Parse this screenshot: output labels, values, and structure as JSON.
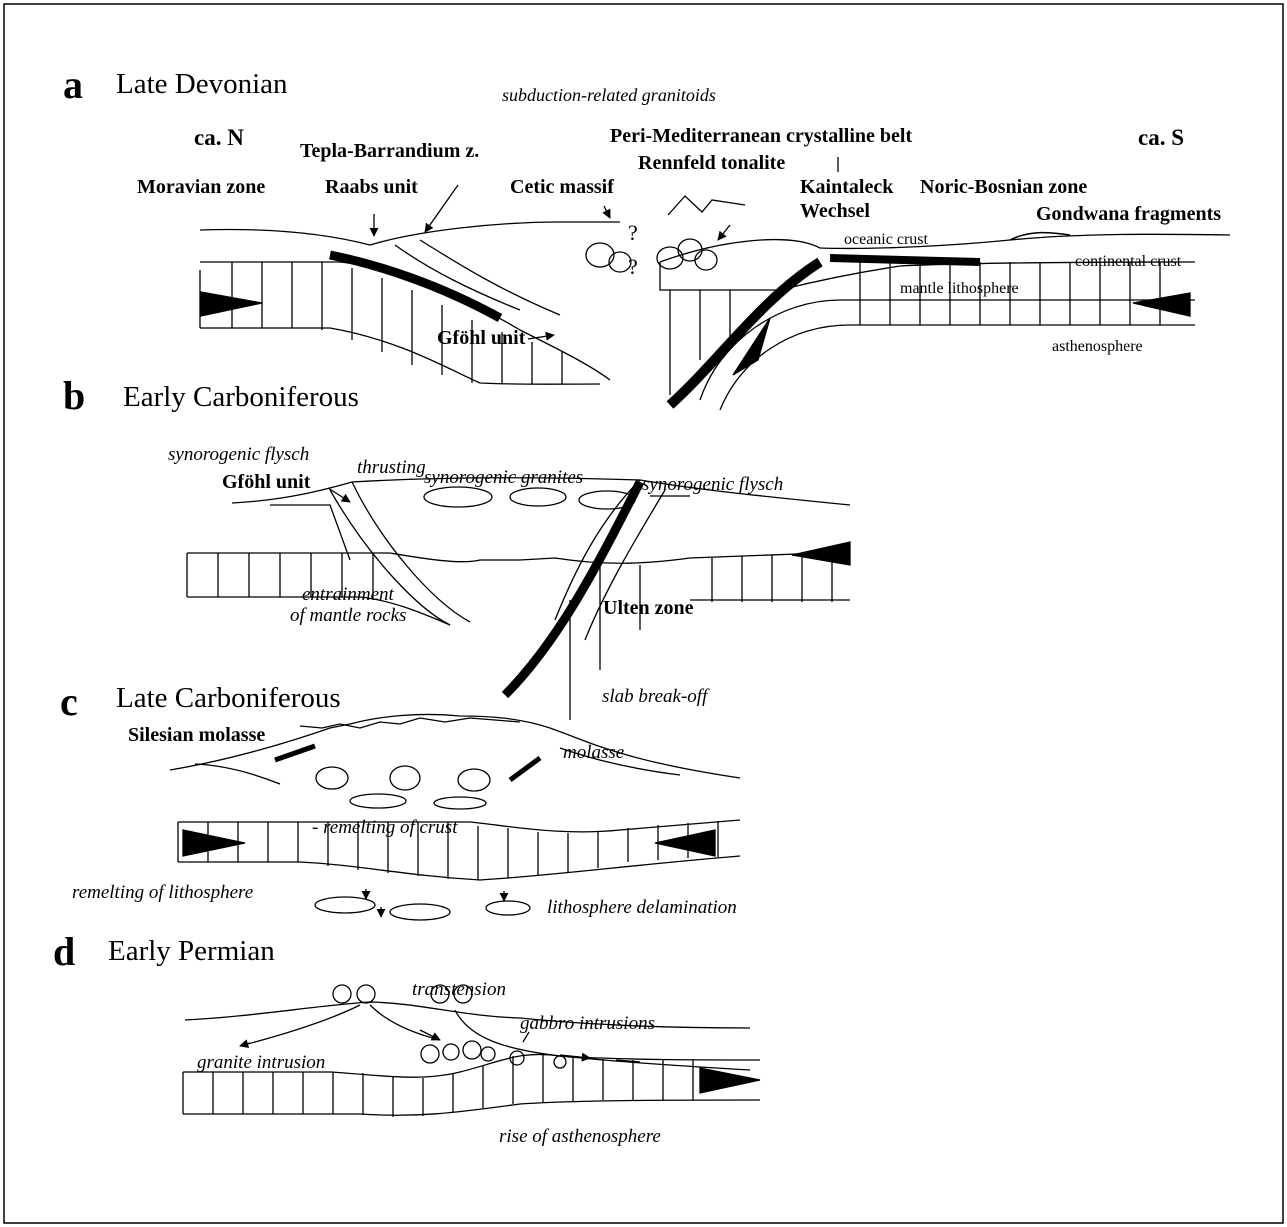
{
  "panels": [
    {
      "letter": "a",
      "period": "Late Devonian"
    },
    {
      "letter": "b",
      "period": "Early Carboniferous"
    },
    {
      "letter": "c",
      "period": "Late Carboniferous"
    },
    {
      "letter": "d",
      "period": "Early Permian"
    }
  ],
  "panel_a": {
    "subduction_granitoids": "subduction-related granitoids",
    "north": "ca. N",
    "south": "ca. S",
    "tepla": "Tepla-Barrandium z.",
    "peri_med": "Peri-Mediterranean crystalline belt",
    "rennfeld": "Rennfeld tonalite",
    "moravian": "Moravian zone",
    "raabs": "Raabs unit",
    "cetic": "Cetic massif",
    "kaintaleck": "Kaintaleck",
    "wechsel": "Wechsel",
    "noric": "Noric-Bosnian zone",
    "gondwana": "Gondwana fragments",
    "oceanic_crust": "oceanic crust",
    "continental_crust": "continental crust",
    "mantle_lithosphere": "mantle lithosphere",
    "asthenosphere": "asthenosphere",
    "gfohl": "Gföhl unit",
    "question": "?"
  },
  "panel_b": {
    "synorogenic_flysch_left": "synorogenic flysch",
    "thrusting": "thrusting",
    "gfohl": "Gföhl unit",
    "synorogenic_granites": "synorogenic granites",
    "synorogenic_flysch_right": "synorogenic flysch",
    "entrainment_1": "entrainment",
    "entrainment_2": "of mantle rocks",
    "ulten": "Ulten zone",
    "slab_breakoff": "slab break-off"
  },
  "panel_c": {
    "silesian": "Silesian molasse",
    "molasse": "molasse",
    "remelting_crust": "- remelting of crust",
    "remelting_lithosphere": "remelting of lithosphere",
    "delamination": "lithosphere delamination"
  },
  "panel_d": {
    "transtension": "transtension",
    "gabbro": "gabbro intrusions",
    "granite_intrusion": "granite intrusion",
    "asthenosphere_rise": "rise of asthenosphere"
  }
}
